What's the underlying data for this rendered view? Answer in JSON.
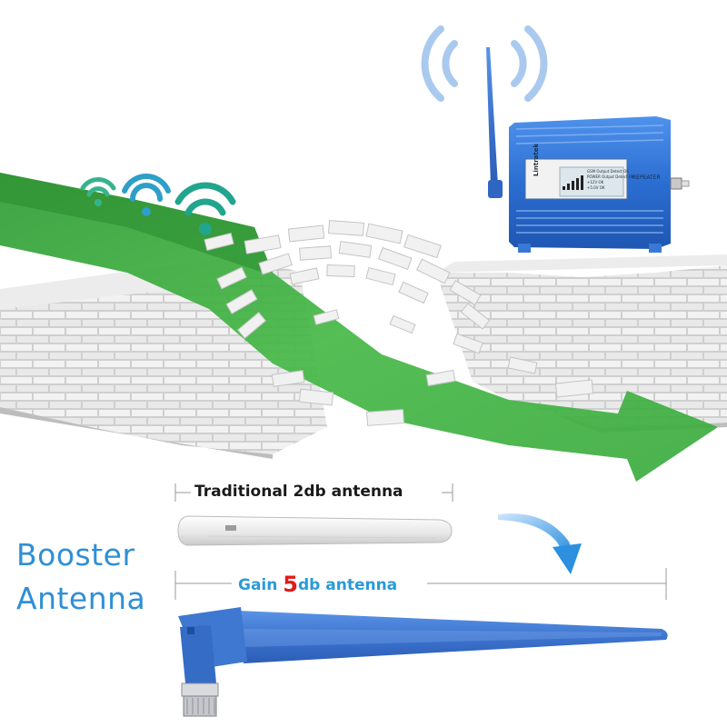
{
  "product": {
    "headline_line1": "Booster",
    "headline_line2": "Antenna",
    "traditional_label": "Traditional 2db antenna",
    "gain_prefix": "Gain ",
    "gain_number": "5",
    "gain_suffix": "db antenna"
  },
  "device": {
    "brand": "Lintratek",
    "panel_label": "REPEATER",
    "status_lines": [
      "GSM Output Detect   OK",
      "POWER Output Detect   OK",
      "+12V   OK",
      "+5.0V   OK"
    ]
  },
  "colors": {
    "accent_text": "#2f8fd6",
    "highlight_number": "#e11b1b",
    "arrow_green": "#3aa83a",
    "antenna_blue": "#3f78d0",
    "device_blue": "#2d6fd2",
    "wifi_green": "#2fae82"
  },
  "icons": [
    "wifi-icon",
    "signal-waves-icon",
    "curved-arrow-icon"
  ]
}
